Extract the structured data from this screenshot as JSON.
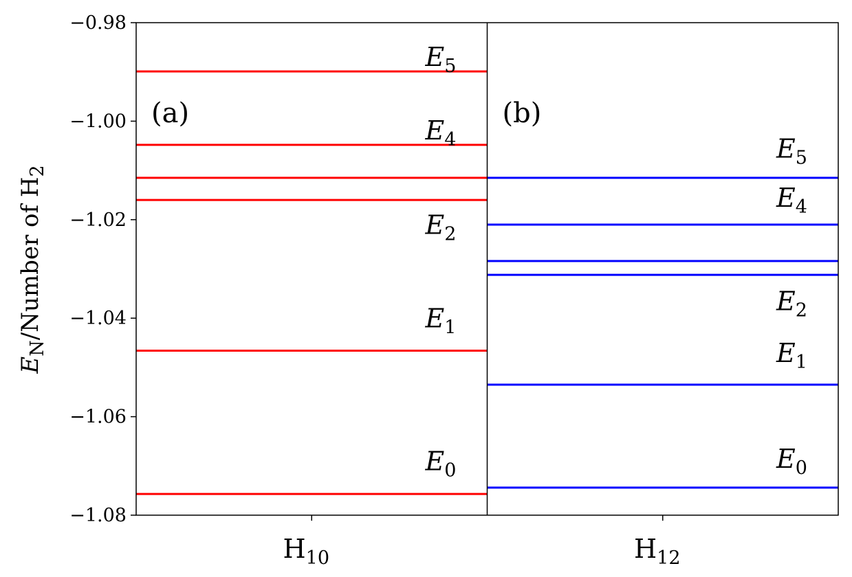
{
  "chart_data": {
    "type": "line",
    "ylabel": {
      "main": "E",
      "sub": "N",
      "rest": "/Number of H",
      "sub2": "2"
    },
    "ylim": [
      -1.08,
      -0.98
    ],
    "yticks": [
      -1.08,
      -1.06,
      -1.04,
      -1.02,
      -1.0,
      -0.98
    ],
    "ytick_labels": [
      "−1.08",
      "−1.06",
      "−1.04",
      "−1.02",
      "−1.00",
      "−0.98"
    ],
    "grid": false,
    "panels": [
      {
        "label": "(a)",
        "category": {
          "base": "H",
          "sub": "10"
        },
        "color": "#ff0000",
        "levels": [
          -1.0757,
          -1.0466,
          -1.016,
          -1.0115,
          -1.0048,
          -0.9899
        ],
        "annotations": [
          {
            "base": "E",
            "sub": "5",
            "y": -0.9899
          },
          {
            "base": "E",
            "sub": "4",
            "y": -1.0048
          },
          {
            "base": "E",
            "sub": "2",
            "y": -1.024
          },
          {
            "base": "E",
            "sub": "1",
            "y": -1.043
          },
          {
            "base": "E",
            "sub": "0",
            "y": -1.072
          }
        ]
      },
      {
        "label": "(b)",
        "category": {
          "base": "H",
          "sub": "12"
        },
        "color": "#0000ff",
        "levels": [
          -1.0744,
          -1.0535,
          -1.0312,
          -1.0284,
          -1.021,
          -1.0115
        ],
        "annotations": [
          {
            "base": "E",
            "sub": "5",
            "y": -1.0085
          },
          {
            "base": "E",
            "sub": "4",
            "y": -1.0185
          },
          {
            "base": "E",
            "sub": "2",
            "y": -1.0395
          },
          {
            "base": "E",
            "sub": "1",
            "y": -1.05
          },
          {
            "base": "E",
            "sub": "0",
            "y": -1.0715
          }
        ]
      }
    ]
  }
}
